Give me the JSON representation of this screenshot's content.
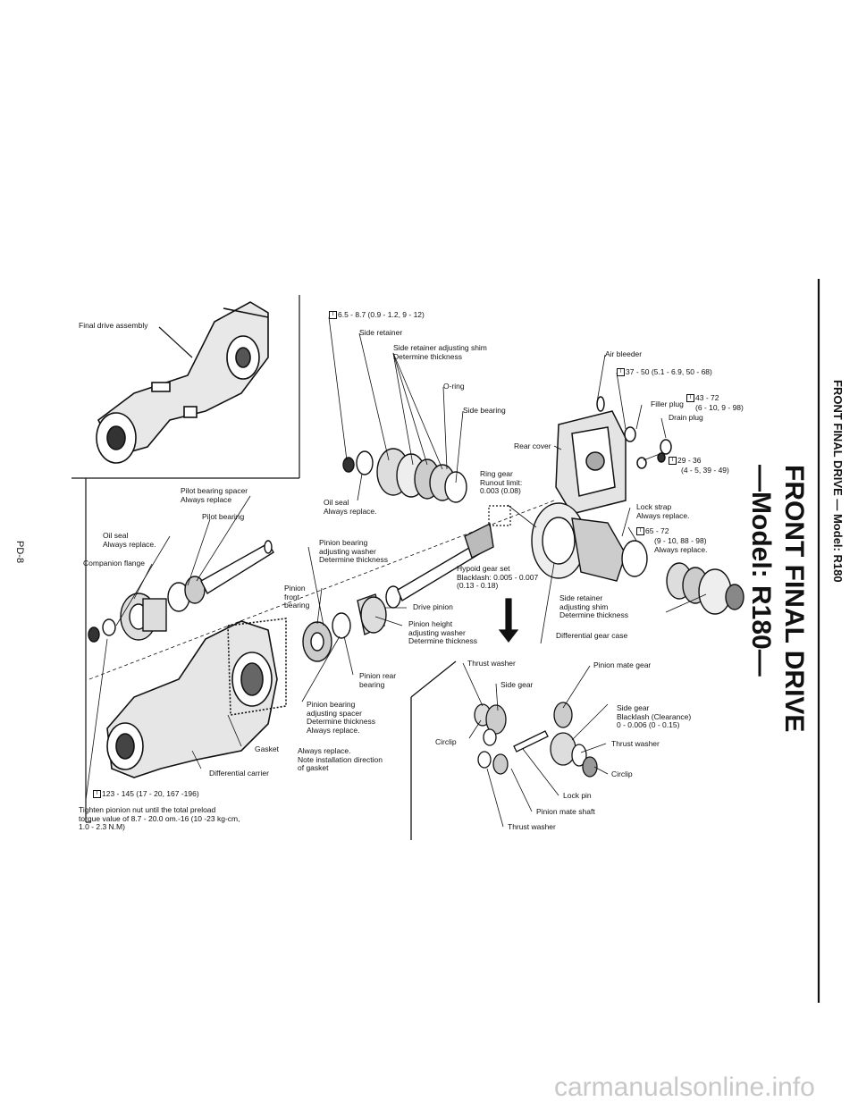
{
  "page": {
    "page_number": "PD-8",
    "header_small": "FRONT FINAL DRIVE — Model: R180",
    "title_line1": "FRONT FINAL DRIVE",
    "title_line2": "—Model: R180—",
    "watermark": "carmanualsonline.info"
  },
  "labels": {
    "final_drive_assembly": "Final drive assembly",
    "torque_side_retainer": "6.5 - 8.7 (0.9 - 1.2, 9 - 12)",
    "side_retainer": "Side retainer",
    "side_retainer_shim": "Side retainer adjusting shim\nDetermine thickness",
    "o_ring": "O-ring",
    "side_bearing": "Side bearing",
    "air_bleeder": "Air bleeder",
    "torque_air_bleeder": "37 - 50 (5.1 - 6.9, 50 - 68)",
    "filler_plug": "Filler plug",
    "torque_filler": "43 - 72",
    "torque_filler2": "(6 - 10, 9 - 98)",
    "drain_plug": "Drain plug",
    "rear_cover": "Rear cover",
    "torque_29": "29 - 36",
    "torque_29b": "(4 - 5, 39 - 49)",
    "ring_gear": "Ring gear\nRunout limit:\n0.003 (0.08)",
    "oil_seal_right": "Oil seal\nAlways replace.",
    "pilot_bearing_spacer": "Pilot bearing spacer\nAlways replace",
    "pilot_bearing": "Pilot bearing",
    "oil_seal_left": "Oil seal\nAlways replace.",
    "companion_flange": "Companion flange",
    "pinion_bearing_washer": "Pinion bearing\nadjusting washer\nDetermine thickness",
    "lock_strap": "Lock strap\nAlways replace.",
    "torque_65": "65 - 72",
    "torque_65b": "(9 - 10, 88 - 98)\nAlways replace.",
    "hypoid_gear_set": "Hypoid gear set\nBlacklash: 0.005 - 0.007\n(0.13 - 0.18)",
    "pinion_front_bearing": "Pinion\nfront\nbearing",
    "drive_pinion": "Drive pinion",
    "pinion_height_washer": "Pinion height\nadjusting washer\nDetermine thickness",
    "side_retainer_shim2": "Side retainer\nadjusting shim\nDetermine thickness",
    "differential_gear_case": "Differential gear case",
    "pinion_rear_bearing": "Pinion rear\nbearing",
    "pinion_bearing_spacer": "Pinion bearing\nadjusting spacer\nDetermine thickness\nAlways replace.",
    "gasket": "Gasket",
    "gasket_note": "Always replace.\nNote installation direction\nof gasket",
    "differential_carrier": "Differential carrier",
    "torque_123": "123 - 145 (17 - 20, 167 -196)",
    "preload_note": "Tighten pionion nut until the total preload\ntorque value of 8.7 - 20.0 om.-16 (10 -23 kg-cm,\n1.0 - 2.3 N.M)",
    "thrust_washer_top": "Thrust washer",
    "side_gear_top": "Side gear",
    "pinion_mate_gear": "Pinion mate gear",
    "side_gear_backlash": "Side gear\nBlacklash (Clearance)\n0 - 0.006 (0 - 0.15)",
    "thrust_washer_right": "Thrust washer",
    "circlip_right": "Circlip",
    "circlip_left": "Circlip",
    "lock_pin": "Lock pin",
    "pinion_mate_shaft": "Pinion mate shaft",
    "thrust_washer_bottom": "Thrust washer",
    "torque_symbol": "T"
  }
}
